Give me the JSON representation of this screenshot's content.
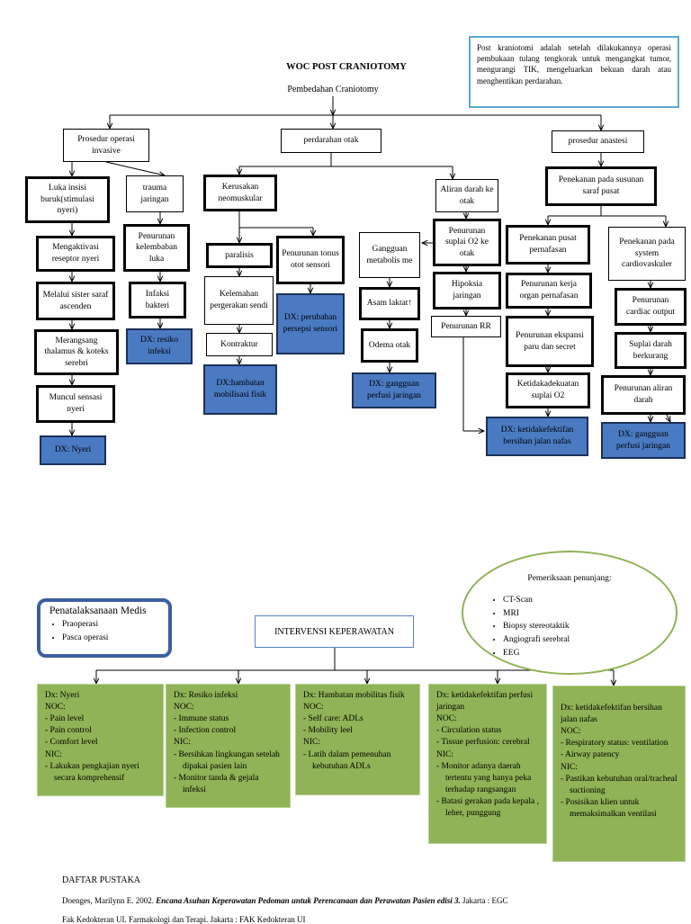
{
  "title": "WOC POST CRANIOTOMY",
  "root": "Pembedahan Craniotomy",
  "info": "Post kraniotomi adalah setelah dilakukannya operasi pembukaan tulang tengkorak untuk mengangkat tumor, mengurangi TIK, mengeluarkan bekuan darah atau menghentikan perdarahan.",
  "branches": {
    "prosedur": "Prosedur operasi invasive",
    "perdarahan": "perdarahan otak",
    "anastesi": "prosedur anastesi"
  },
  "col1": [
    "Luka insisi buruk(stimulasi nyeri)",
    "Mengaktivasi reseptor nyeri",
    "Melalui sister saraf ascenden",
    "Merangsang thalamus & koteks serebri",
    "Muncul sensasi nyeri",
    "DX: Nyeri"
  ],
  "col2": [
    "trauma jaringan",
    "Penurunan kelembaban luka",
    "Infaksi bakteri",
    "DX: resiko infeksi"
  ],
  "col3": [
    "Kerusakan neomuskular",
    "paralisis",
    "Kelemahan pergerakan sendi",
    "Kontraktur",
    "DX:hambatan mobilisasi fisik"
  ],
  "col4": [
    "Penurunan tonus otot sensori",
    "DX: perubahan persepsi sensori"
  ],
  "col5": [
    "Gangguan metabolis me",
    "Asam laktat↑",
    "Odema otak",
    "DX: gangguan perfusi jaringan"
  ],
  "col6": [
    "Aliran darah ke otak",
    "Penurunan suplai O2 ke otak",
    "Hipoksia jaringan",
    "Penurunan RR"
  ],
  "col7": [
    "Penekanan pada susunan saraf pusat",
    "Penekanan pusat pernafasan",
    "Penurunan kerja organ pernafasan",
    "Penurunan ekspansi paru dan secret",
    "Ketidakadekuatan suplai O2",
    "DX: ketidakefektifan bersihan jalan nafas"
  ],
  "col8": [
    "Penekanan pada system cardiovaskuler",
    "Penurunan cardiac output",
    "Suplai darah berkurang",
    "Penurunan aliran darah",
    "DX: gangguan perfusi jaringan"
  ],
  "medis": {
    "heading": "Penatalaksanaan Medis",
    "items": [
      "Praoperasi",
      "Pasca operasi"
    ]
  },
  "penunjang": {
    "heading": "Pemeriksaan penunjang:",
    "items": [
      "CT-Scan",
      "MRI",
      "Biopsy stereotaktik",
      "Angiografi serebral",
      "EEG"
    ]
  },
  "intervensi": "INTERVENSI KEPERAWATAN",
  "cards": [
    [
      "Dx: Nyeri",
      "NOC:",
      "- Pain level",
      "- Pain control",
      "- Comfort level",
      "NIC:",
      "- Lakukan pengkajian nyeri secara komprehensif"
    ],
    [
      "Dx: Resiko infeksi",
      "NOC:",
      "- Immune status",
      "- Infection control",
      "NIC:",
      "- Bersihkan lingkungan setelah dipakai pasien lain",
      "- Monitor tanda & gejala infeksi"
    ],
    [
      "Dx: Hambatan mobilitas fisik",
      "NOC:",
      "- Self care: ADLs",
      "- Mobility leel",
      "NIC:",
      "- Latih dalam pemenuhan kebutuhan ADLs"
    ],
    [
      "Dx: ketidakefektifan perfusi jaringan",
      "NOC:",
      "- Circulation status",
      "- Tissue perfusion: cerebral",
      "NIC:",
      "- Monitor adanya daerah tertentu yang hanya peka terhadap rangsangan",
      "- Batasi gerakan pada kepala , leher, punggung"
    ],
    [
      "Dx: ketidakefektifan bersihan jalan nafas",
      "NOC:",
      "- Respiratory status: ventilation",
      "- Airway patency",
      "NIC:",
      "- Pastikan kebutuhan oral/tracheal suctioning",
      "- Posisikan klien untuk memaksimalkan ventilasi"
    ]
  ],
  "references": {
    "heading": "DAFTAR PUSTAKA",
    "ref1_author": "Doenges, Marilynn E. 2002. ",
    "ref1_title": "Encana Asuhan Keperawatan Pedoman untuk Perencanaan dan Perawatan Pasien edisi 3.",
    "ref1_pub": " Jakarta : EGC",
    "ref2": "Fak Kedokteran UI. Farmakologi dan Terapi. Jakarta : FAK Kedokteran UI"
  }
}
